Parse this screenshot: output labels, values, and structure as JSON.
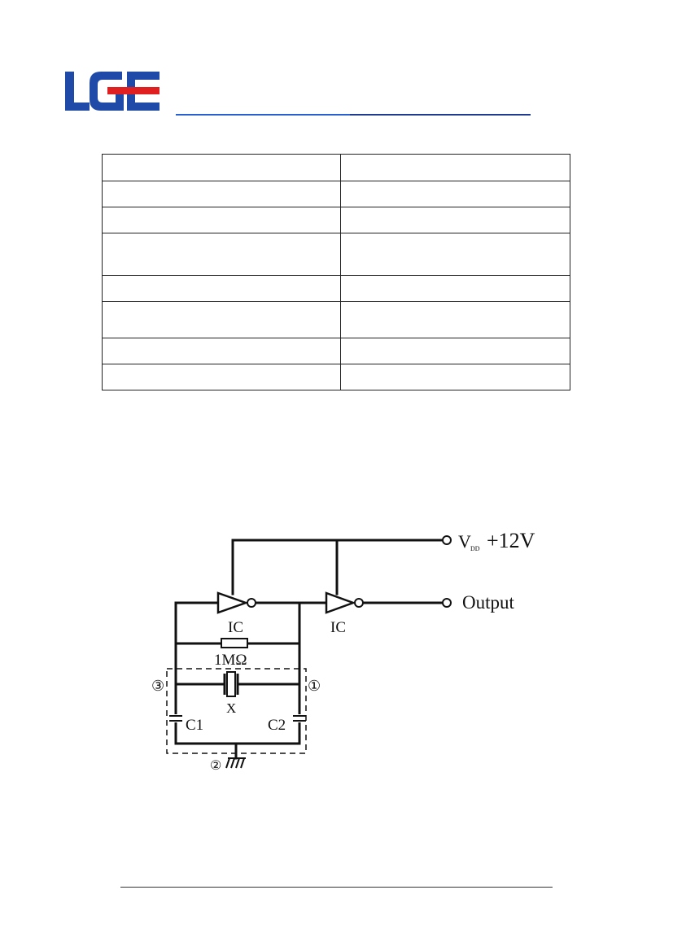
{
  "header": {
    "logo_text": "LGE",
    "logo_colors": {
      "blue": "#1f4aa8",
      "red": "#e02020"
    }
  },
  "table": {
    "rows": [
      [
        "",
        ""
      ],
      [
        "",
        ""
      ],
      [
        "",
        ""
      ],
      [
        "",
        ""
      ],
      [
        "",
        ""
      ],
      [
        "",
        ""
      ],
      [
        "",
        ""
      ],
      [
        "",
        ""
      ]
    ]
  },
  "circuit": {
    "vdd_label": "V",
    "vdd_subscript": "DD",
    "vdd_value": "+12V",
    "output_label": "Output",
    "ic1_label": "IC",
    "ic2_label": "IC",
    "resistor_label": "1MΩ",
    "crystal_label": "X",
    "c1_label": "C1",
    "c2_label": "C2",
    "pin3_label": "③",
    "pin1_label": "①",
    "pin2_label": "②"
  }
}
